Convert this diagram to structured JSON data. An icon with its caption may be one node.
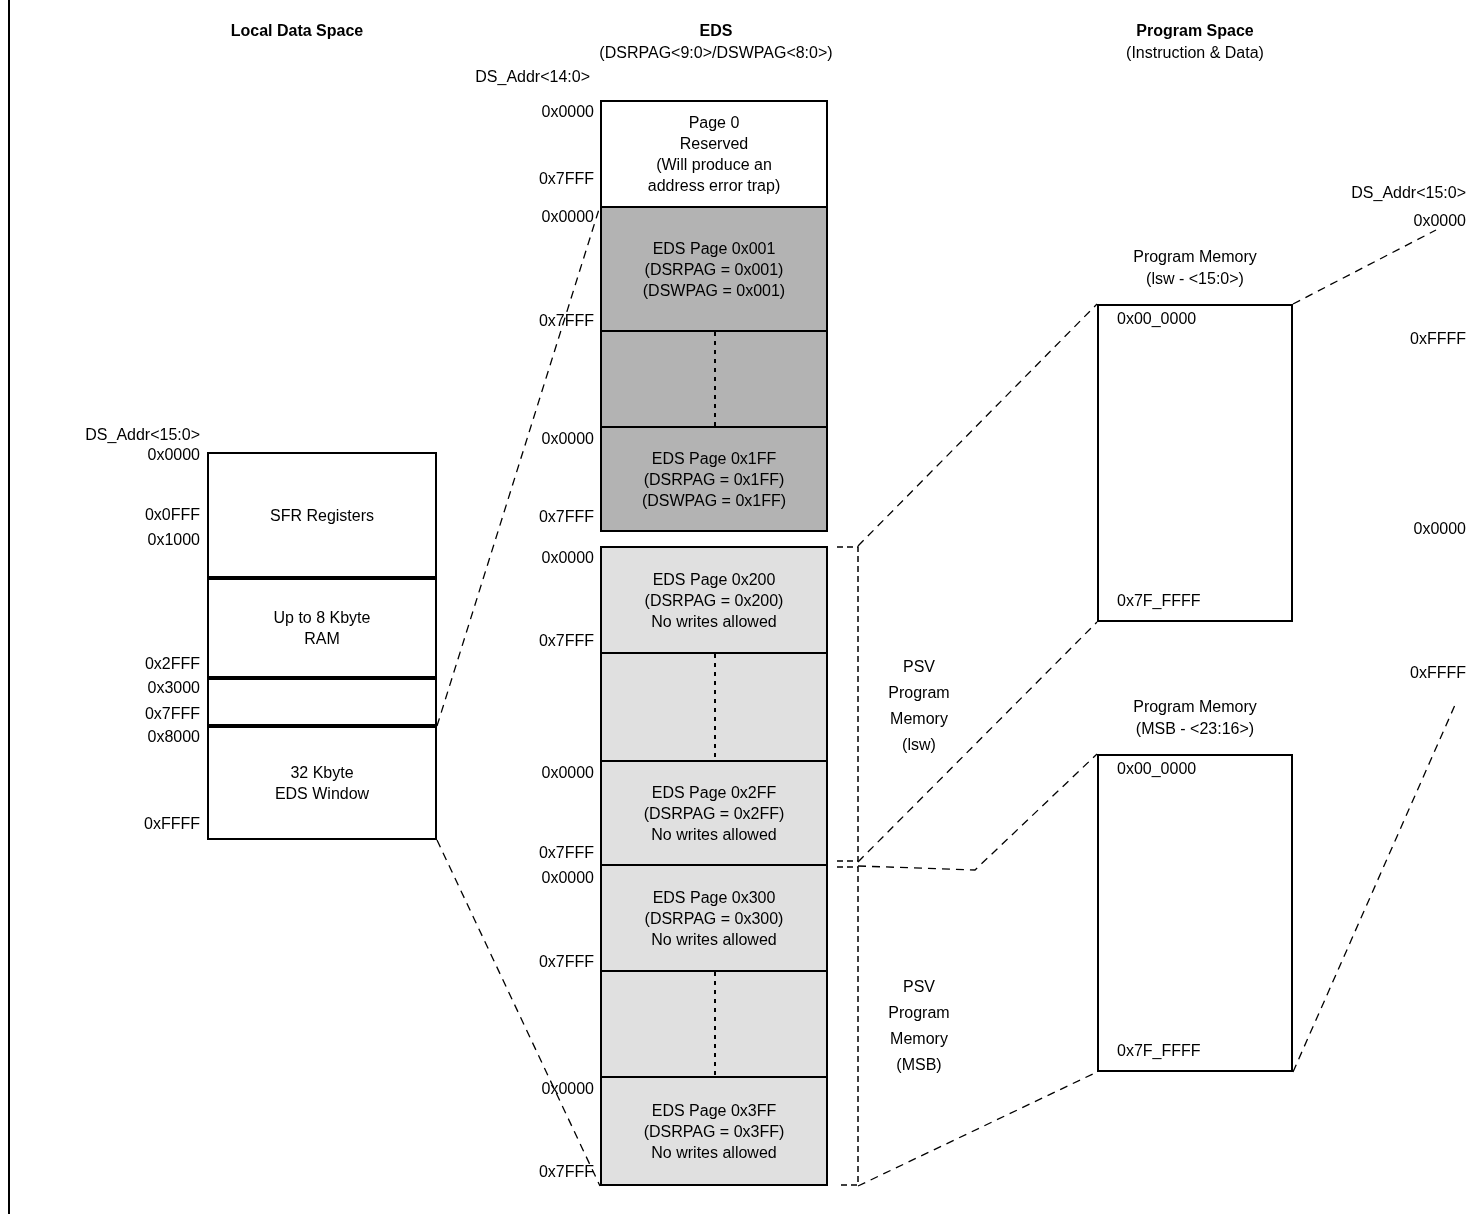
{
  "diagram": {
    "nodes": [
      {
        "text": [
          "SFR Registers"
        ]
      },
      {
        "text": [
          "Up to 8 Kbyte RAM"
        ]
      },
      {
        "text": [],
        "shape": "box"
      },
      {
        "text": [
          "32 Kbyte EDS Window"
        ]
      },
      {
        "text": [
          "Page 0",
          "Reserved",
          "(Will produce an address error trap)"
        ]
      },
      {
        "text": [
          "EDS Page 0x001",
          "(DSRPAG = 0x001)",
          "(DSWPAG = 0x001)"
        ]
      },
      {
        "text": [],
        "shape": "box"
      },
      {
        "text": [
          "EDS Page 0x1FF",
          "(DSRPAG = 0x1FF)",
          "(DSWPAG = 0x1FF)"
        ]
      },
      {
        "text": [
          "EDS Page 0x200",
          "(DSRPAG = 0x200)",
          "No writes allowed"
        ]
      },
      {
        "text": [],
        "shape": "box"
      },
      {
        "text": [
          "EDS Page 0x2FF",
          "(DSRPAG = 0x2FF)",
          "No writes allowed"
        ]
      },
      {
        "text": [
          "EDS Page 0x300",
          "(DSRPAG = 0x300)",
          "No writes allowed"
        ]
      },
      {
        "text": [],
        "shape": "box"
      },
      {
        "text": [
          "EDS Page 0x3FF",
          "(DSRPAG = 0x3FF)",
          "No writes allowed"
        ]
      },
      {
        "text": [
          "PSV Program Memory (lsw)"
        ]
      },
      {
        "text": [
          "PSV Program Memory (MSB)"
        ]
      },
      {
        "text": [
          "Program Memory (lsw - <15:0>)",
          "0x00_0000",
          "0x7F_FFFF"
        ]
      },
      {
        "text": [
          "Program Memory (MSB - <23:16>)",
          "0x00_0000",
          "0x7F_FFFF"
        ]
      },
      {
        "text": [
          "0x0000"
        ]
      }
    ],
    "edges": [
      {
        "from": 3,
        "to": 5,
        "arrow": "none",
        "style": "dashed"
      },
      {
        "from": 3,
        "to": 13,
        "arrow": "none",
        "style": "dashed"
      },
      {
        "from": 14,
        "to": 16,
        "arrow": "none",
        "style": "dashed"
      },
      {
        "from": 14,
        "to": 16,
        "arrow": "none",
        "style": "dashed"
      },
      {
        "from": 15,
        "to": 17,
        "arrow": "none",
        "style": "dashed"
      },
      {
        "from": 15,
        "to": 17,
        "arrow": "none",
        "style": "dashed"
      },
      {
        "from": 16,
        "to": 18,
        "arrow": "none",
        "style": "dashed"
      },
      {
        "from": 17,
        "to": null,
        "arrow": "none",
        "style": "dashed"
      }
    ],
    "labels": [
      "Local Data Space",
      "EDS",
      "Program Space",
      "(DSRPAG<9:0>/DSWPAG<8:0>)",
      "(Instruction & Data)",
      "DS_Addr<14:0>",
      "0x0000",
      "0x7FFF",
      "0x0000",
      "0x7FFF",
      "0x0000",
      "0x7FFF",
      "0x0000",
      "0x7FFF",
      "0x0000",
      "0x7FFF",
      "0x0000",
      "0x7FFF",
      "0x0000",
      "0x7FFF",
      "DS_Addr<15:0>",
      "0x0000",
      "0x0FFF",
      "0x1000",
      "0x2FFF",
      "0x3000",
      "0x7FFF",
      "0x8000",
      "0xFFFF",
      "DS_Addr<15:0>",
      "0xFFFF",
      "0x0000",
      "0xFFFF"
    ]
  }
}
